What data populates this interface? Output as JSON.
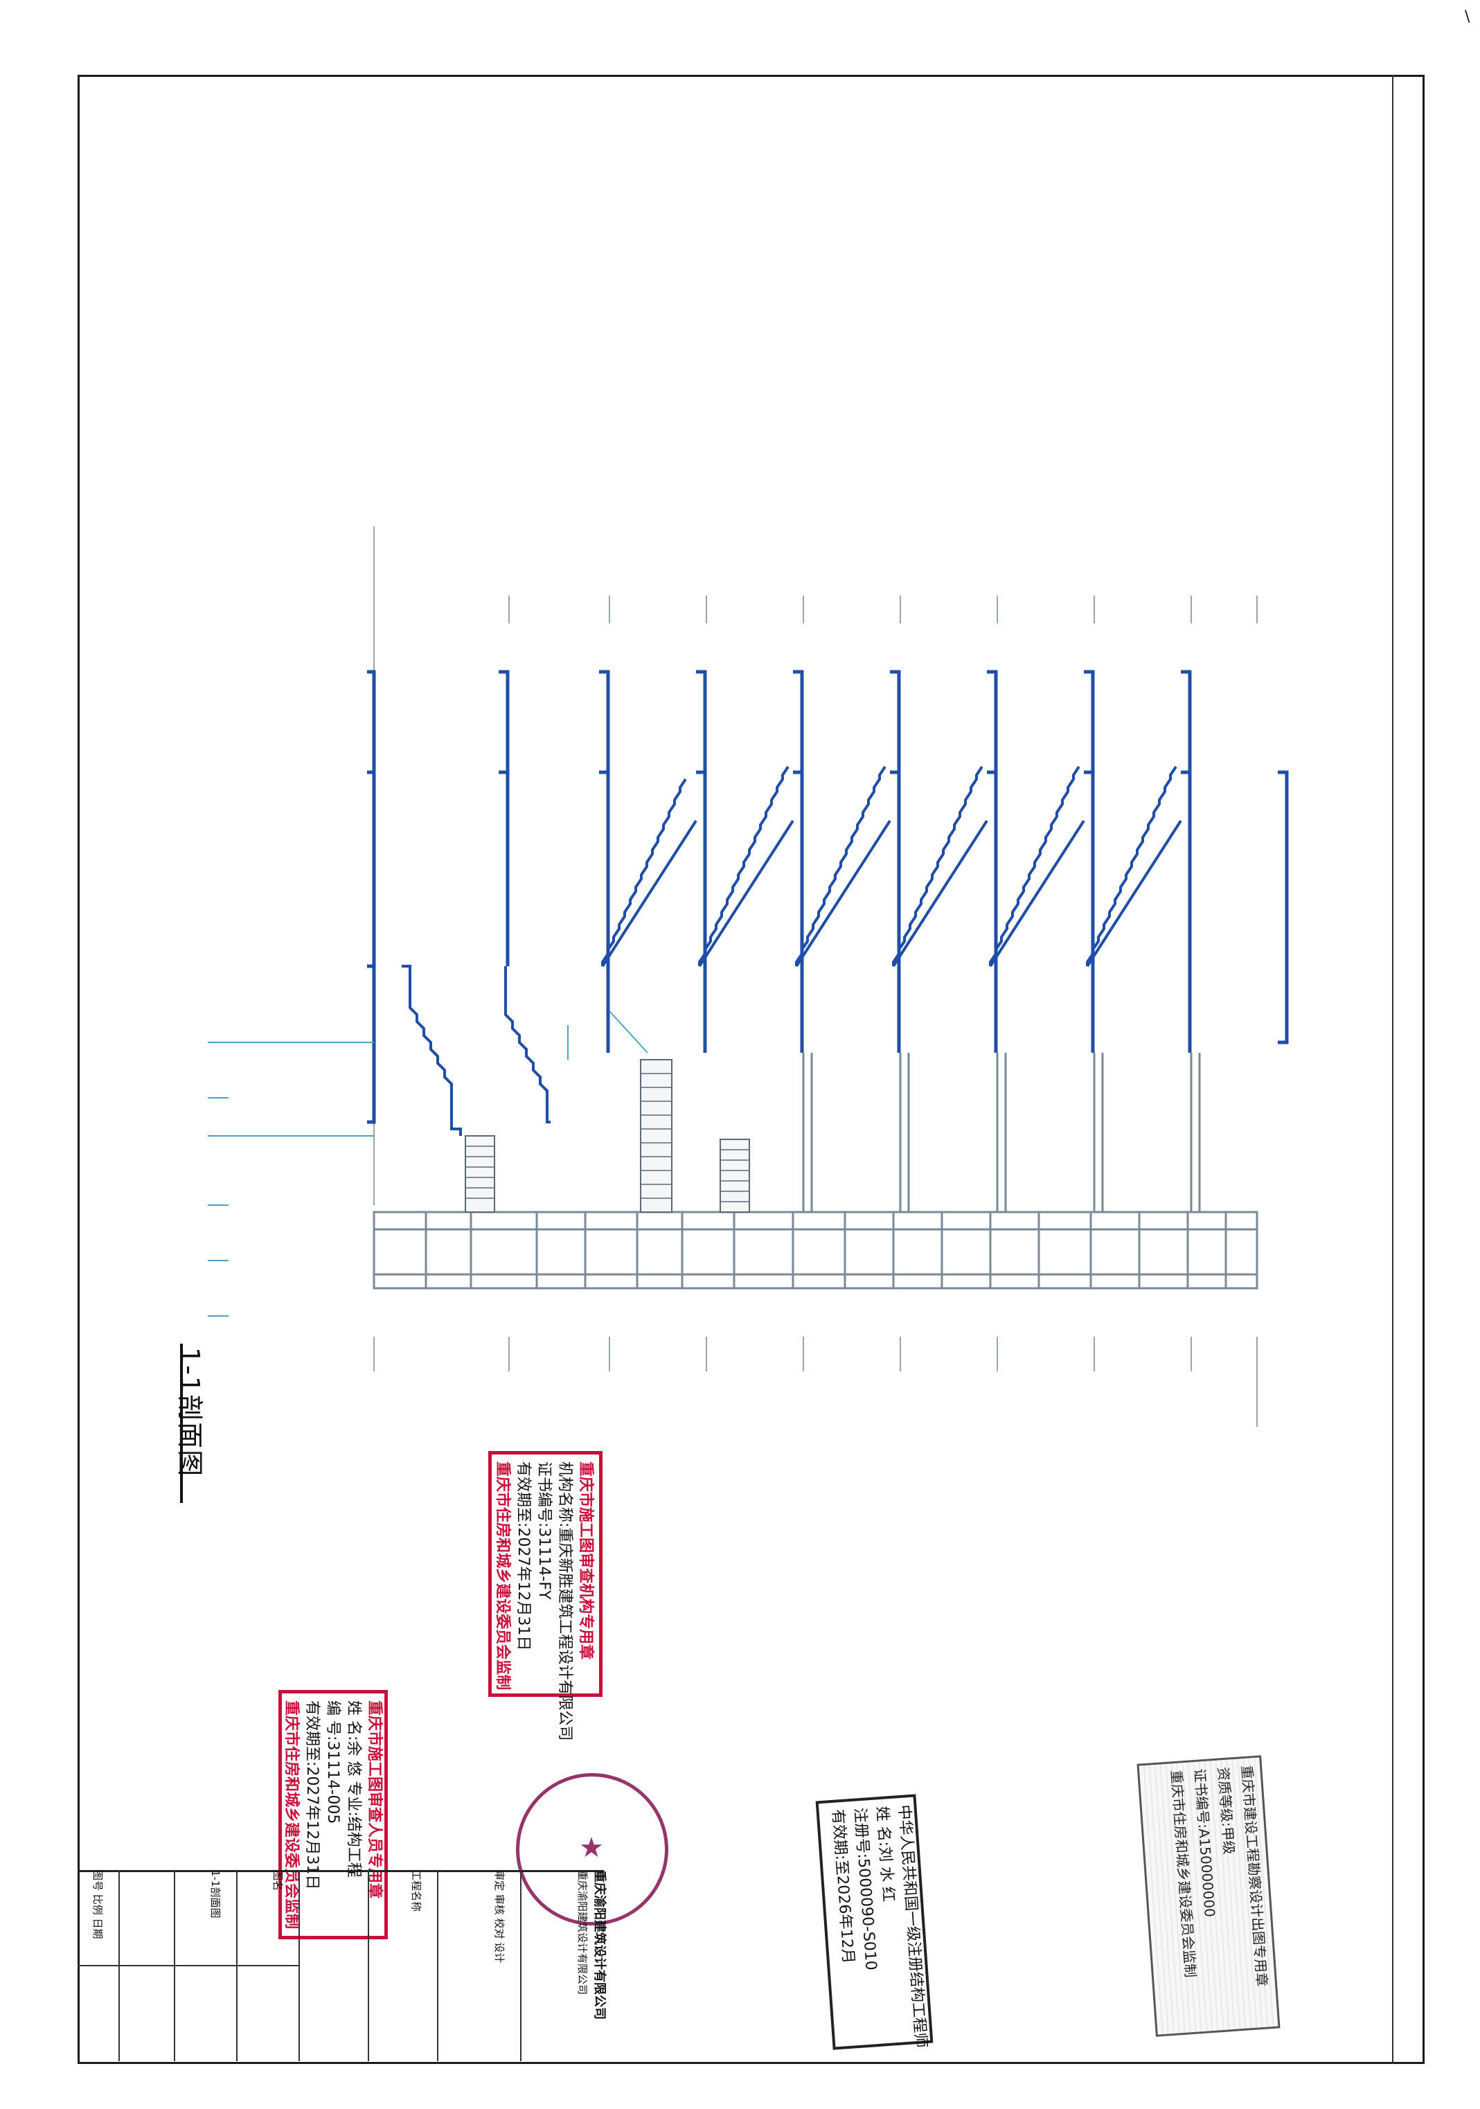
{
  "drawing": {
    "title": "1-1剖面图",
    "page_mark": "\\"
  },
  "stamps": {
    "review_seal": {
      "line1": "重庆市施工图审查机构专用章",
      "line2": "机构名称:重庆新胜建筑工程设计有限公司",
      "line3": "证书编号:31114-FY",
      "line4": "有效期至:2027年12月31日",
      "line5": "重庆市住房和城乡建设委员会监制"
    },
    "engineer_seal": {
      "line1": "重庆市施工图审查人员专用章",
      "line2": "姓 名:余 悠  专业:结构工程",
      "line3": "编 号:31114-005",
      "line4": "有效期至:2027年12月31日",
      "line5": "重庆市住房和城乡建设委员会监制"
    },
    "registered_seal": {
      "line1": "中华人民共和国一级注册结构工程师",
      "line2": "姓   名:刘 水 红",
      "line3": "注册号:5000090-S010",
      "line4": "有效期:至2026年12月"
    },
    "qualification_seal": {
      "line1": "重庆市建设工程勘察设计出图专用章",
      "line2": "资质等级:甲级",
      "line3": "证书编号:A150000000",
      "line4": "重庆市住房和城乡建设委员会监制"
    },
    "company_seal": {
      "line1": "重庆渝阳建筑设计有限公司"
    }
  },
  "title_block": {
    "columns": [
      "重庆渝阳建筑设计有限公司",
      "审定 审核 校对 设计",
      "工程名称",
      "图名",
      "1-1剖面图",
      "图号 比例 日期"
    ]
  },
  "colors": {
    "stair_blue": "#1f4ea8",
    "grid_grey": "#7a8a96",
    "seal_red": "#c8103b",
    "seal_purple": "#8a1f5c"
  }
}
